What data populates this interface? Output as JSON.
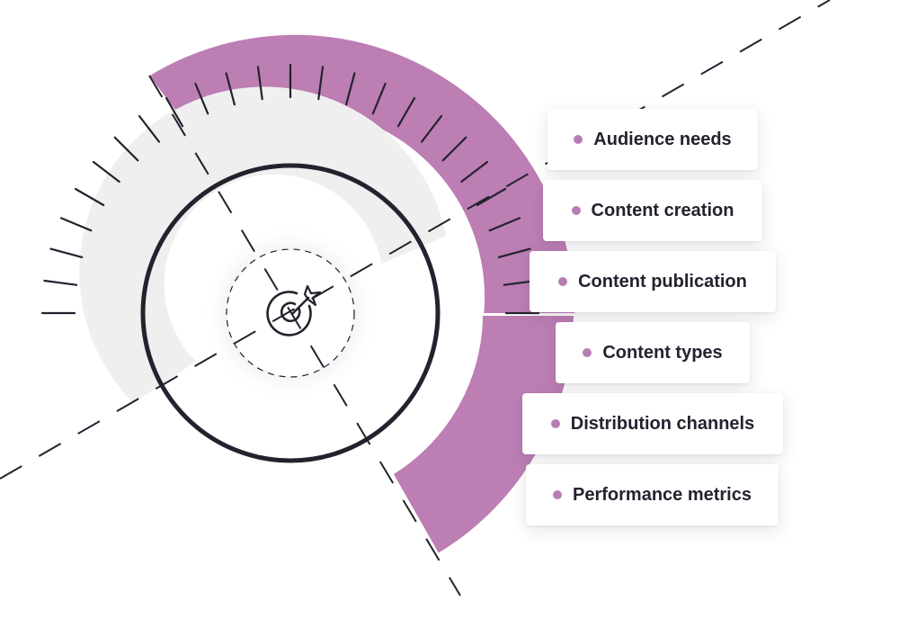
{
  "colors": {
    "accent": "#bd7eb4",
    "ring_gray": "#efefef",
    "dark": "#23232f",
    "dot": "#b87eb4"
  },
  "center_icon": "target-with-arrow-icon",
  "labels": [
    {
      "text": "Audience needs"
    },
    {
      "text": "Content creation"
    },
    {
      "text": "Content publication"
    },
    {
      "text": "Content types"
    },
    {
      "text": "Distribution channels"
    },
    {
      "text": "Performance metrics"
    }
  ]
}
